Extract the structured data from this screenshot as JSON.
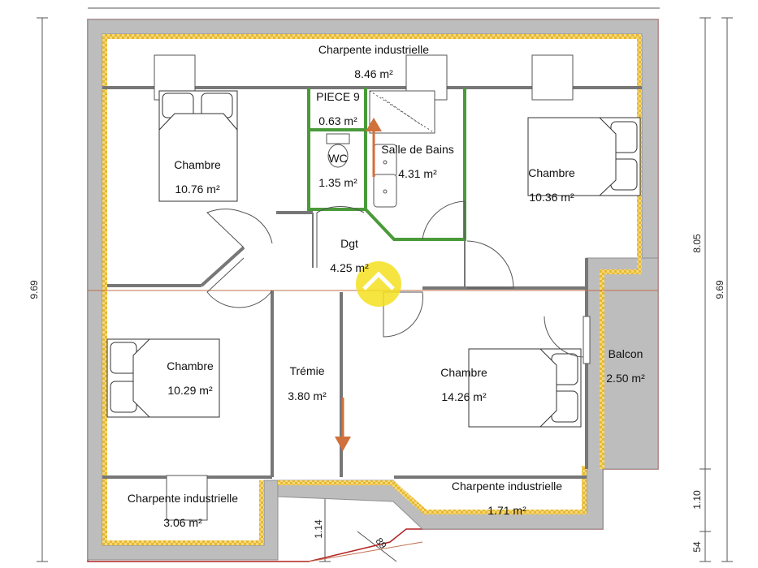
{
  "colors": {
    "wall": "#8f8f8f",
    "wall_fill": "#bdbdbd",
    "insulation": "#e8b830",
    "outline_red": "#b22222",
    "accent_green": "#4a9a3a",
    "arrow_orange": "#d0703a",
    "watermark": "#f5e020"
  },
  "rooms": [
    {
      "name": "Charpente industrielle",
      "area": "8.46 m²"
    },
    {
      "name": "PIECE 9",
      "area": "0.63 m²"
    },
    {
      "name": "Chambre",
      "area": "10.76 m²"
    },
    {
      "name": "WC",
      "area": "1.35 m²"
    },
    {
      "name": "Salle de Bains",
      "area": "4.31 m²"
    },
    {
      "name": "Chambre",
      "area": "10.36 m²"
    },
    {
      "name": "Dgt",
      "area": "4.25 m²"
    },
    {
      "name": "Chambre",
      "area": "10.29 m²"
    },
    {
      "name": "Trémie",
      "area": "3.80 m²"
    },
    {
      "name": "Chambre",
      "area": "14.26 m²"
    },
    {
      "name": "Balcon",
      "area": "2.50 m²"
    },
    {
      "name": "Charpente industrielle",
      "area": "3.06 m²"
    },
    {
      "name": "Charpente industrielle",
      "area": "1.71 m²"
    }
  ],
  "dimensions": {
    "left_height": "9.69",
    "right_outer": "9.69",
    "right_inner": "8.05",
    "right_lower": "1.10",
    "right_bottom": "54",
    "bottom_step": "1.14",
    "bottom_diag": "89"
  }
}
